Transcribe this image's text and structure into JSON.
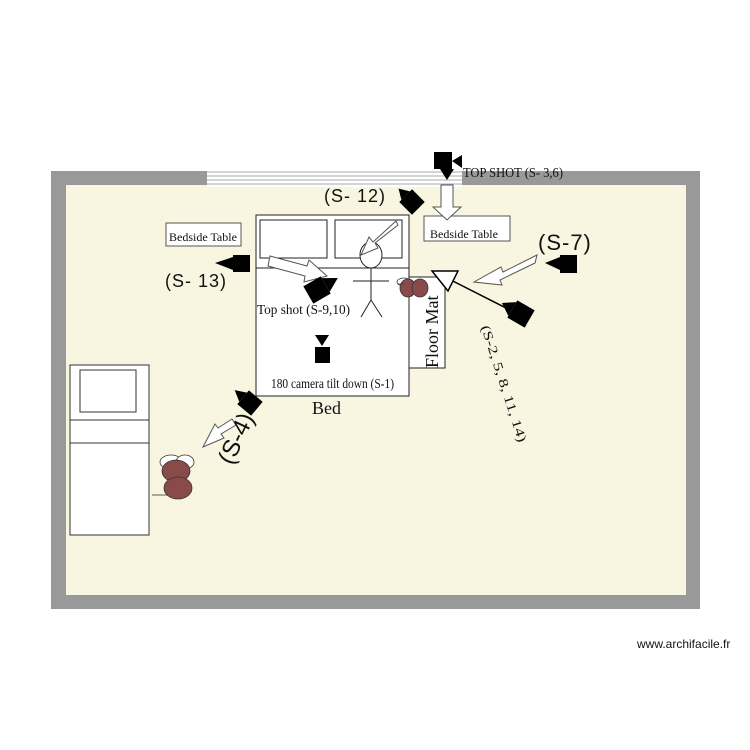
{
  "room": {
    "floor_color": "#f8f6e0",
    "wall_color": "#999999"
  },
  "labels": {
    "top_shot": "TOP SHOT (S- 3,6)",
    "s12": "(S- 12)",
    "s13": "(S- 13)",
    "s7": "(S-7)",
    "s4": "(S-4)",
    "s_multi": "(S-2, 5, 8, 11, 14)",
    "top_shot_bed": "Top shot (S-9,10)",
    "camera_180": "180 camera tilt down (S-1)",
    "bed": "Bed",
    "floor_mat": "Floor Mat",
    "bedside_left": "Bedside Table",
    "bedside_right": "Bedside Table"
  },
  "colors": {
    "figure_fill": "#8b4a4a",
    "camera": "#000000",
    "arrow_fill": "#ffffff"
  },
  "watermark": "www.archifacile.fr"
}
